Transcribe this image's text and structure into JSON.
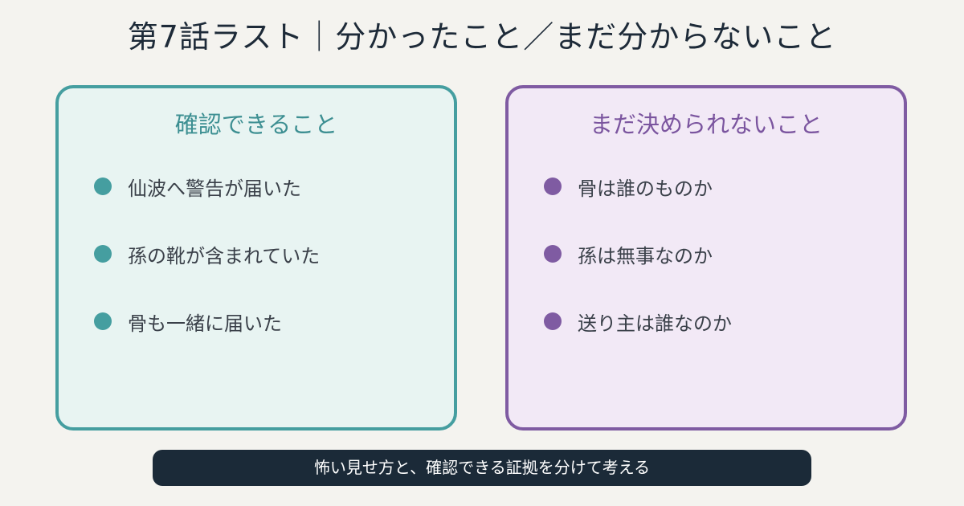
{
  "title": "第7話ラスト｜分かったこと／まだ分からないこと",
  "panels": {
    "confirmed": {
      "heading": "確認できること",
      "items": [
        "仙波へ警告が届いた",
        "孫の靴が含まれていた",
        "骨も一緒に届いた"
      ]
    },
    "undecided": {
      "heading": "まだ決められないこと",
      "items": [
        "骨は誰のものか",
        "孫は無事なのか",
        "送り主は誰なのか"
      ]
    }
  },
  "footer": "怖い見せ方と、確認できる証拠を分けて考える",
  "colors": {
    "background": "#f4f3ef",
    "teal": "#459ea0",
    "teal_fill": "#e8f4f2",
    "purple": "#7f5ba2",
    "purple_fill": "#f2e9f6",
    "footer_bg": "#1b2a38"
  }
}
